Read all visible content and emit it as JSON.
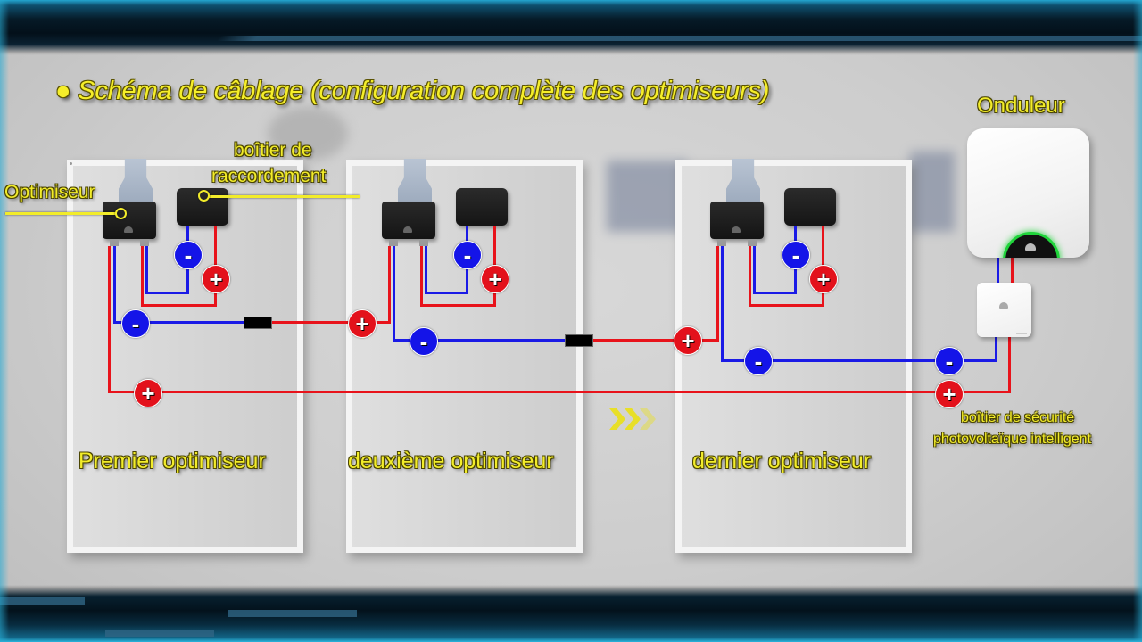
{
  "title": "● Schéma de câblage (configuration complète des optimiseurs)",
  "labels": {
    "optimizer": "Optimiseur",
    "junction_box_line1": "boîtier de",
    "junction_box_line2": "raccordement",
    "inverter": "Onduleur",
    "safety_box_line1": "boîtier de sécurité",
    "safety_box_line2": "photovoltaïque intelligent"
  },
  "panels": [
    {
      "label": "Premier optimiseur"
    },
    {
      "label": "deuxième optimiseur"
    },
    {
      "label": "dernier optimiseur"
    }
  ],
  "terminals": {
    "positive": "+",
    "negative": "-"
  },
  "colors": {
    "positive_wire": "#e8131b",
    "negative_wire": "#1a1ae6",
    "label_yellow": "#f2ec2a",
    "inverter_led": "#1fd43a"
  },
  "flow_indicator": "»»»"
}
